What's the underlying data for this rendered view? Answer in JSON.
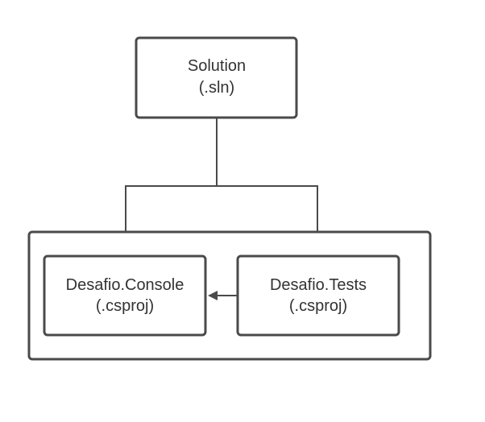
{
  "diagram": {
    "nodes": {
      "solution": {
        "line1": "Solution",
        "line2": "(.sln)"
      },
      "console": {
        "line1": "Desafio.Console",
        "line2": "(.csproj)"
      },
      "tests": {
        "line1": "Desafio.Tests",
        "line2": "(.csproj)"
      }
    },
    "edges": [
      {
        "from": "solution",
        "to": "console"
      },
      {
        "from": "solution",
        "to": "tests"
      },
      {
        "from": "tests",
        "to": "console"
      }
    ],
    "colors": {
      "stroke": "#4a4a4a",
      "text": "#333333",
      "background": "#ffffff"
    }
  }
}
